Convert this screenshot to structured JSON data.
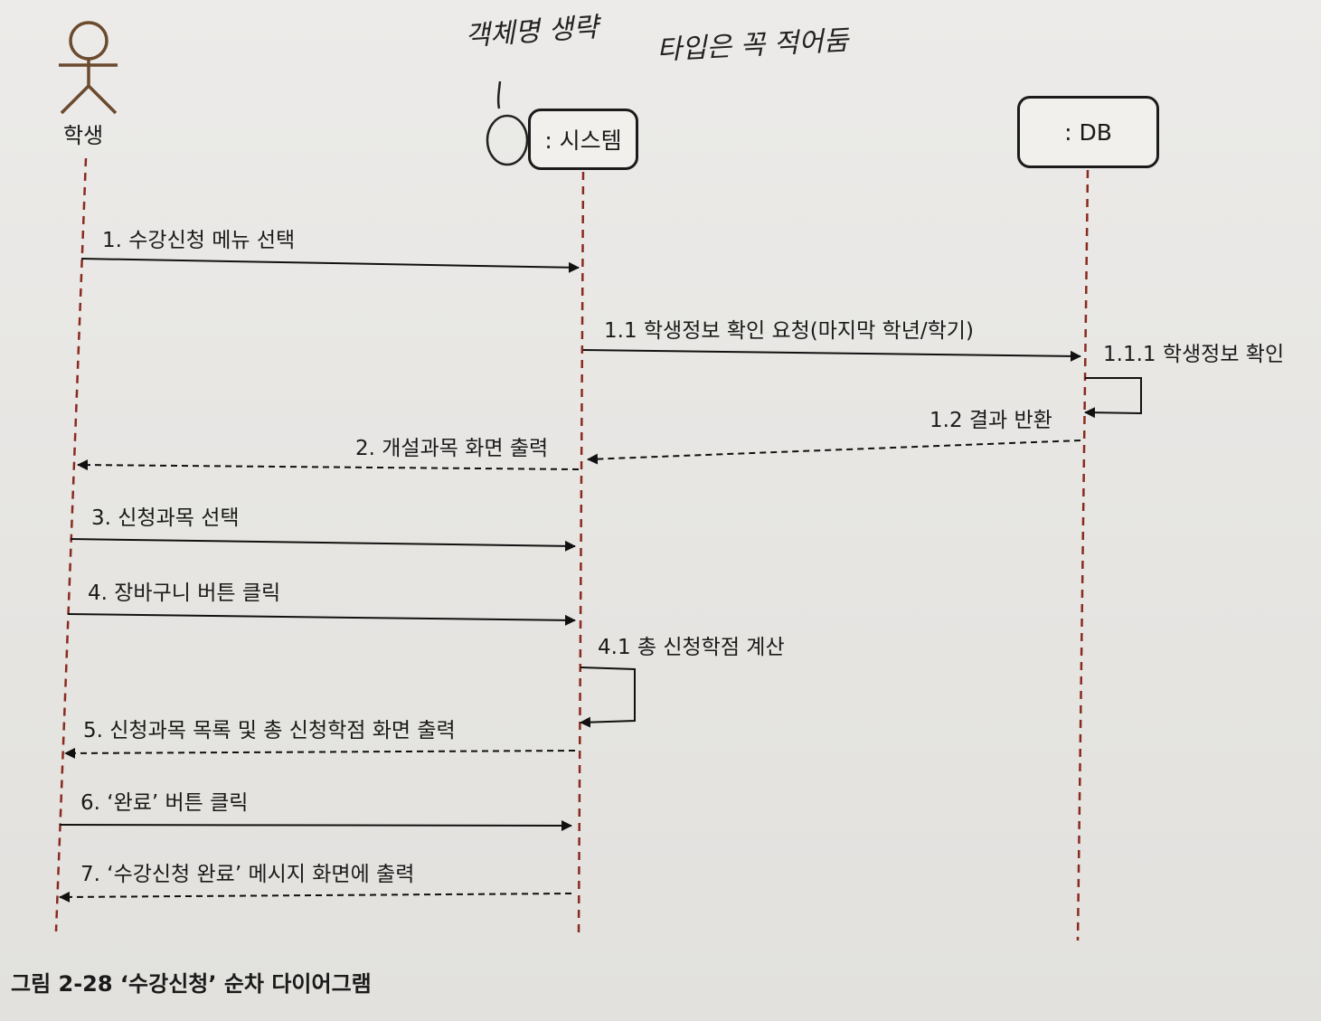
{
  "actor": {
    "name": "학생"
  },
  "objects": {
    "system": ": 시스템",
    "db": ": DB"
  },
  "messages": [
    "1. 수강신청 메뉴 선택",
    "1.1 학생정보 확인 요청(마지막 학년/학기)",
    "1.1.1 학생정보 확인",
    "1.2 결과 반환",
    "2. 개설과목 화면 출력",
    "3. 신청과목 선택",
    "4. 장바구니 버튼 클릭",
    "4.1 총 신청학점 계산",
    "5. 신청과목 목록 및 총 신청학점 화면 출력",
    "6. ‘완료’ 버튼 클릭",
    "7. ‘수강신청 완료’ 메시지 화면에 출력"
  ],
  "caption": "그림 2-28 ‘수강신청’ 순차 다이어그램",
  "handwriting": {
    "note1": "객체명 생략",
    "note2": "타입은 꼭 적어둠"
  },
  "colors": {
    "lifeline": "#8a2a1e",
    "actor": "#6b4a2e",
    "line": "#111111"
  }
}
